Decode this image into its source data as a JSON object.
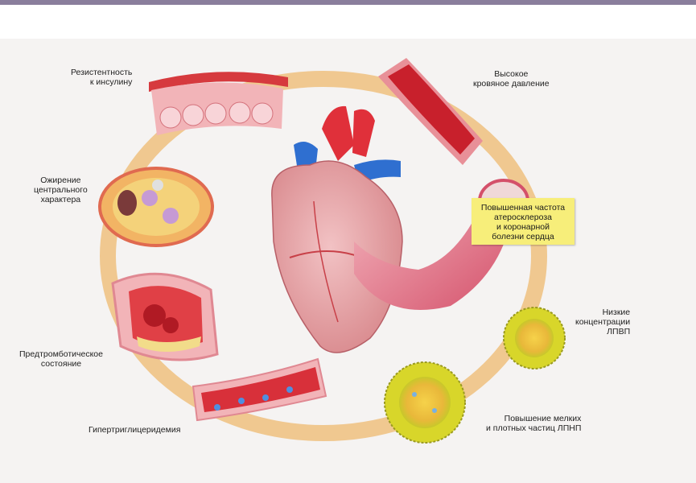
{
  "labels": {
    "insulin_resistance": [
      "Резистентность",
      "к инсулину"
    ],
    "high_blood_pressure": [
      "Высокое",
      "кровяное давление"
    ],
    "central_obesity": [
      "Ожирение",
      "центрального",
      "характера"
    ],
    "atherosclerosis": [
      "Повышенная частота",
      "атеросклероза",
      "и коронарной",
      "болезни сердца"
    ],
    "low_hdl": [
      "Низкие",
      "концентрации",
      "ЛПВП"
    ],
    "prothrombotic": [
      "Предтромботическое",
      "состояние"
    ],
    "small_ldl": [
      "Повышение мелких",
      "и плотных частиц ЛПНП"
    ],
    "hypertriglyceridemia": [
      "Гипертриглицеридемия"
    ]
  },
  "colors": {
    "ring": "#f0c890",
    "callout": "#f7ee7a",
    "artery_red": "#d8333a",
    "heart_pink": "#e8a0a4",
    "lipo_yellow": "#e8dc3a",
    "vein_blue": "#2f6fd0"
  }
}
